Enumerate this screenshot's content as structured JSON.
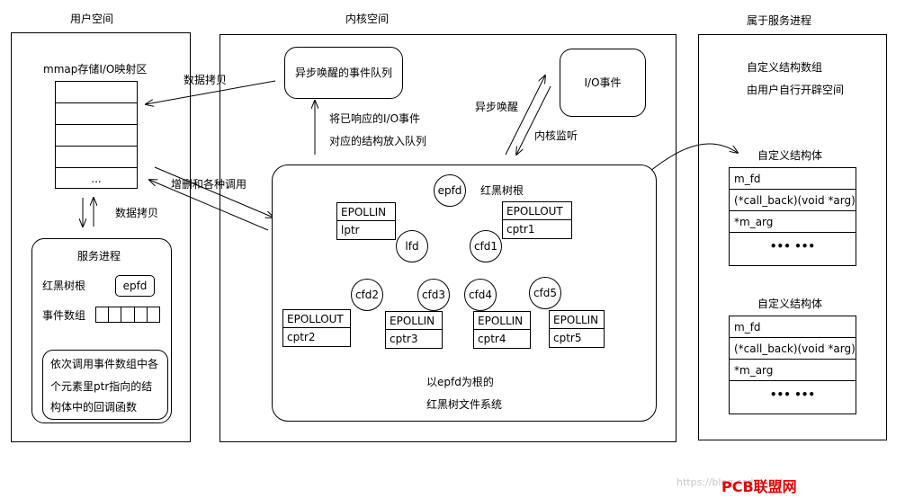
{
  "user_space": {
    "title": "用户空间",
    "mmap_label": "mmap存储I/O映射区",
    "mmap_ellipsis": "...",
    "data_copy_side": "数据拷贝",
    "service": {
      "title": "服务进程",
      "rbtree_label": "红黑树根",
      "epfd": "epfd",
      "events_label": "事件数组",
      "callback_text": [
        "依次调用事件数组中各",
        "个元素里ptr指向的结",
        "构体中的回调函数"
      ]
    }
  },
  "kernel_space": {
    "title": "内核空间",
    "async_queue": "异步唤醒的事件队列",
    "io_event": "I/O事件",
    "data_copy_top": "数据拷贝",
    "enqueue_text": [
      "将已响应的I/O事件",
      "对应的结构放入队列"
    ],
    "async_wake": "异步唤醒",
    "kernel_listen": "内核监听",
    "crud_call": "增删和各种调用",
    "rbtree_root_label": "红黑树根",
    "nodes": {
      "epfd": "epfd",
      "lfd": "lfd",
      "cfd1": "cfd1",
      "cfd2": "cfd2",
      "cfd3": "cfd3",
      "cfd4": "cfd4",
      "cfd5": "cfd5"
    },
    "event_boxes": {
      "lfd_box": {
        "event": "EPOLLIN",
        "ptr": "lptr"
      },
      "cfd1_box": {
        "event": "EPOLLOUT",
        "ptr": "cptr1"
      },
      "cfd2_box": {
        "event": "EPOLLOUT",
        "ptr": "cptr2"
      },
      "cfd3_box": {
        "event": "EPOLLIN",
        "ptr": "cptr3"
      },
      "cfd4_box": {
        "event": "EPOLLIN",
        "ptr": "cptr4"
      },
      "cfd5_box": {
        "event": "EPOLLIN",
        "ptr": "cptr5"
      }
    },
    "fs_text": [
      "以epfd为根的",
      "红黑树文件系统"
    ]
  },
  "service_process": {
    "title": "属于服务进程",
    "desc": [
      "自定义结构数组",
      "由用户自行开辟空间"
    ],
    "struct1": {
      "title": "自定义结构体",
      "fields": [
        "m_fd",
        "(*call_back)(void *arg)",
        "*m_arg",
        "••• •••"
      ]
    },
    "struct2": {
      "title": "自定义结构体",
      "fields": [
        "m_fd",
        "(*call_back)(void *arg)",
        "*m_arg",
        "••• •••"
      ]
    }
  },
  "watermark": {
    "url": "https://blog.csdn.net/...",
    "brand": "PCB联盟网（Pcbbar.com）"
  }
}
